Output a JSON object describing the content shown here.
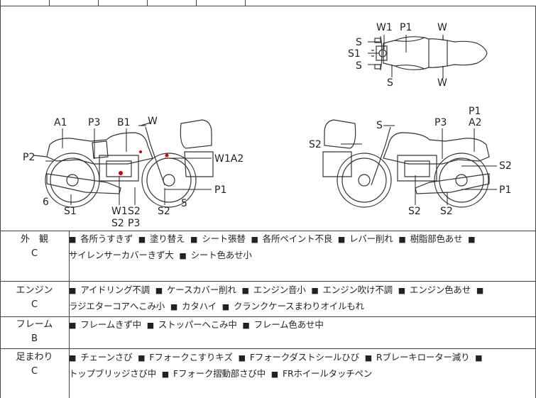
{
  "diagram": {
    "top_view_labels": [
      "W1",
      "P1",
      "W",
      "S",
      "S1",
      "S",
      "S",
      "W"
    ],
    "left_view_labels": [
      "A1",
      "P3",
      "B1",
      "W",
      "P2",
      "W1A2",
      "P1",
      "6",
      "S1",
      "W1",
      "S2",
      "S2",
      "P3",
      "S2",
      "5"
    ],
    "right_view_labels": [
      "S",
      "P1",
      "P3",
      "A2",
      "S2",
      "S2",
      "P1",
      "S2",
      "S2"
    ]
  },
  "sections": [
    {
      "name": "外　観",
      "grade": "C",
      "items": [
        "各所うすきず",
        "塗り替え",
        "シート張替",
        "各所ペイント不良",
        "レバー削れ",
        "樹脂部色あせ",
        "サイレンサーカバーきず大",
        "シート色あせ小"
      ]
    },
    {
      "name": "エンジン",
      "grade": "C",
      "items": [
        "アイドリング不調",
        "ケースカバー削れ",
        "エンジン音小",
        "エンジン吹け不調",
        "エンジン色あせ",
        "ラジエターコアへこみ小",
        "カタハイ",
        "クランクケースまわりオイルもれ"
      ]
    },
    {
      "name": "フレーム",
      "grade": "B",
      "items": [
        "フレームきず中",
        "ストッパーへこみ中",
        "フレーム色あせ中"
      ]
    },
    {
      "name": "足まわり",
      "grade": "C",
      "items": [
        "チェーンさび",
        "Fフォークこすりキズ",
        "Fフォークダストシールひび",
        "Rブレーキローター減り",
        "トップブリッジさび中",
        "Fフォーク摺動部さび中",
        "FRホイールタッチペン"
      ]
    }
  ],
  "bullet": "■"
}
